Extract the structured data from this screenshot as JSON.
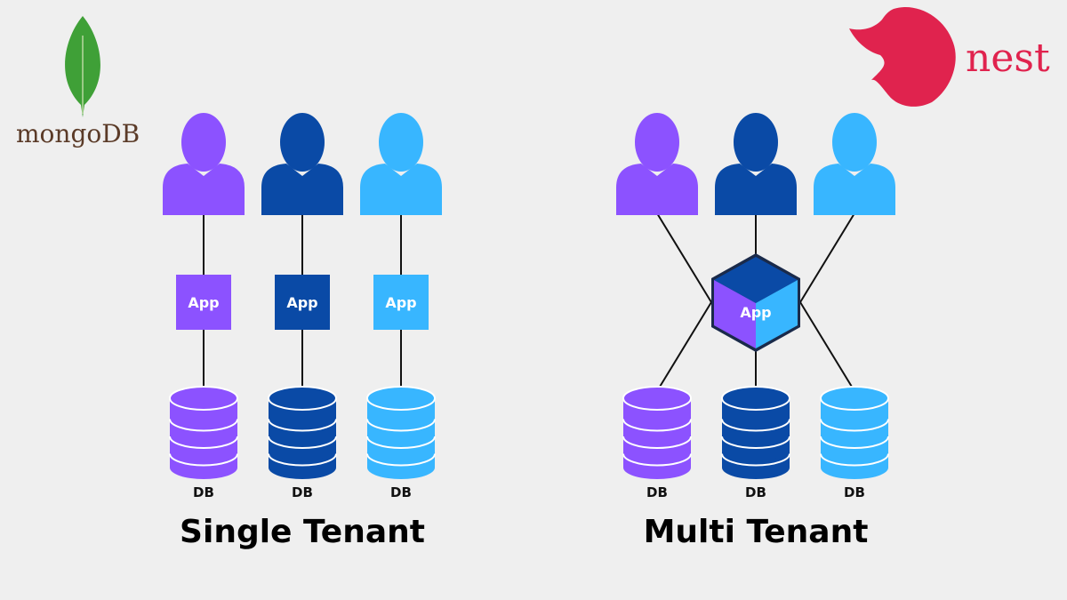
{
  "logos": {
    "mongodb": {
      "text": "mongoDB",
      "leaf_color": "#3fa037"
    },
    "nest": {
      "text": "nest",
      "color": "#e0234e"
    }
  },
  "colors": {
    "purple": "#8c52ff",
    "navy": "#0a4aa6",
    "sky": "#38b6ff",
    "line": "#111111"
  },
  "single_tenant": {
    "title": "Single Tenant",
    "columns": [
      {
        "user_color": "purple",
        "app_label": "App",
        "db_label": "DB"
      },
      {
        "user_color": "navy",
        "app_label": "App",
        "db_label": "DB"
      },
      {
        "user_color": "sky",
        "app_label": "App",
        "db_label": "DB"
      }
    ]
  },
  "multi_tenant": {
    "title": "Multi Tenant",
    "app_label": "App",
    "users": [
      "purple",
      "navy",
      "sky"
    ],
    "dbs": [
      {
        "color": "purple",
        "label": "DB"
      },
      {
        "color": "navy",
        "label": "DB"
      },
      {
        "color": "sky",
        "label": "DB"
      }
    ]
  }
}
